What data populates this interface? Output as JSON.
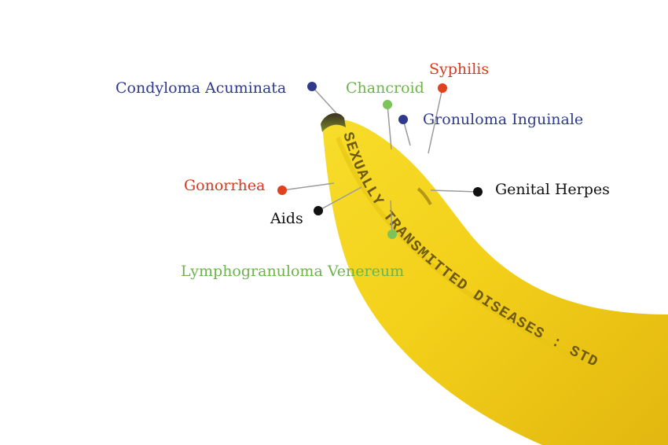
{
  "banner_text": "SEXUALLY TRANSMITTED DISEASES : STD",
  "labels": {
    "condyloma": "Condyloma Acuminata",
    "chancroid": "Chancroid",
    "syphilis": "Syphilis",
    "granuloma": "Gronuloma Inguinale",
    "gonorrhea": "Gonorrhea",
    "herpes": "Genital Herpes",
    "aids": "Aids",
    "lympho": "Lymphogranuloma Venereum"
  },
  "colors": {
    "blue": "#2f3a8c",
    "green": "#6db34f",
    "red": "#d8391f",
    "black": "#111111",
    "banana": "#f5d21c",
    "banana_dark": "#c9a20e",
    "banana_text": "#6e5a12"
  }
}
